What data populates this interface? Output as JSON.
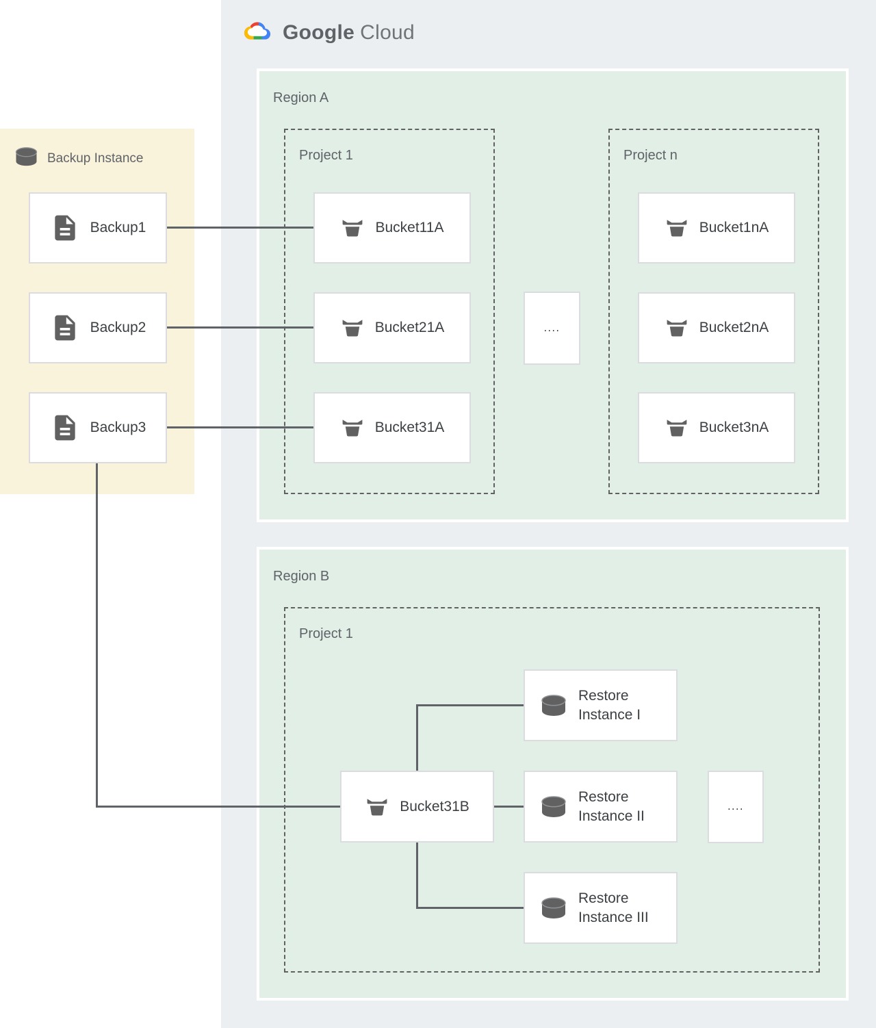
{
  "logo": {
    "google": "Google",
    "cloud": "Cloud",
    "icon": "google-cloud-icon"
  },
  "backup_panel": {
    "title": "Backup Instance",
    "title_icon": "database-icon",
    "item_icon": "file-icon",
    "items": [
      "Backup1",
      "Backup2",
      "Backup3"
    ]
  },
  "region_a": {
    "label": "Region A",
    "ellipsis": "....",
    "projects": [
      {
        "label": "Project 1",
        "bucket_icon": "bucket-icon",
        "buckets": [
          "Bucket11A",
          "Bucket21A",
          "Bucket31A"
        ]
      },
      {
        "label": "Project n",
        "bucket_icon": "bucket-icon",
        "buckets": [
          "Bucket1nA",
          "Bucket2nA",
          "Bucket3nA"
        ]
      }
    ]
  },
  "region_b": {
    "label": "Region B",
    "project": {
      "label": "Project 1",
      "bucket": "Bucket31B",
      "bucket_icon": "bucket-icon",
      "restore_icon": "database-icon",
      "restore_instances": [
        "Restore Instance I",
        "Restore Instance II",
        "Restore Instance III"
      ],
      "ellipsis": "...."
    }
  },
  "colors": {
    "gcp_panel_bg": "#eceff1",
    "region_bg": "#e1efe7",
    "backup_panel_bg": "#faf3dc",
    "node_border": "#dadce0",
    "dashed_border": "#616161",
    "connector": "#5f6368",
    "icon_gray": "#616161",
    "text_dark": "#3c4043",
    "text_muted": "#5f6368",
    "logo_blue": "#4285f4",
    "logo_red": "#ea4335",
    "logo_yellow": "#fbbc05",
    "logo_green": "#34a853"
  }
}
